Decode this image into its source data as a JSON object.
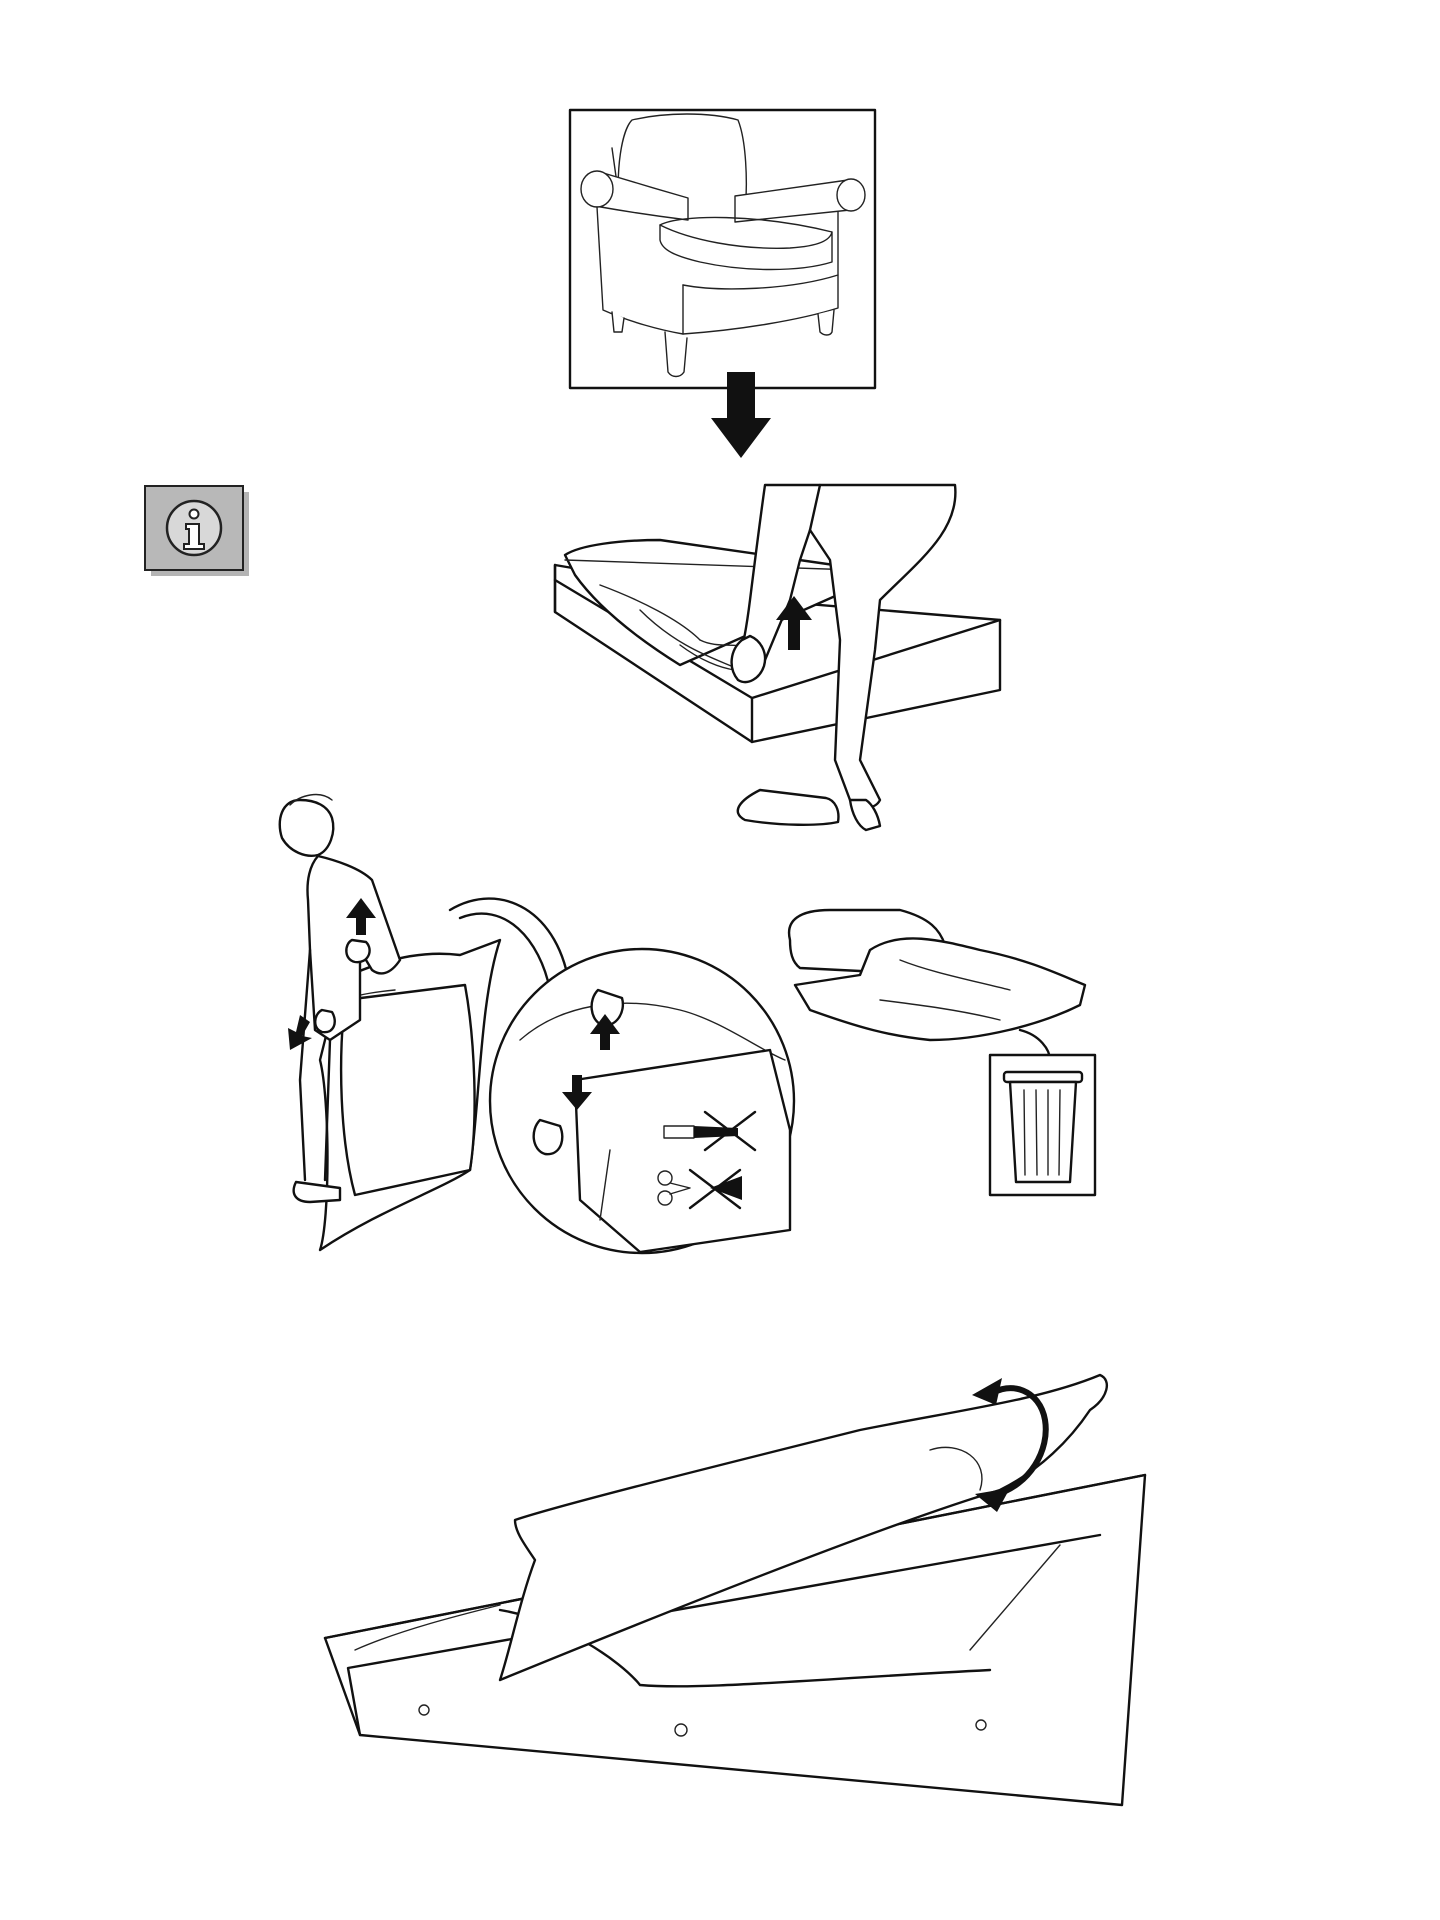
{
  "page": {
    "background": "#ffffff",
    "ink_color": "#111111"
  },
  "icons": {
    "info": "info-icon",
    "trash": "trash-bin-icon",
    "knife_not_allowed": "knife-crossed-icon",
    "scissors_not_allowed": "scissors-crossed-icon"
  },
  "steps": [
    {
      "name": "armchair-product"
    },
    {
      "name": "lift-cushion-from-box"
    },
    {
      "name": "pull-off-plastic-bag"
    },
    {
      "name": "discard-plastic"
    },
    {
      "name": "unroll-cushion-wrap"
    }
  ]
}
